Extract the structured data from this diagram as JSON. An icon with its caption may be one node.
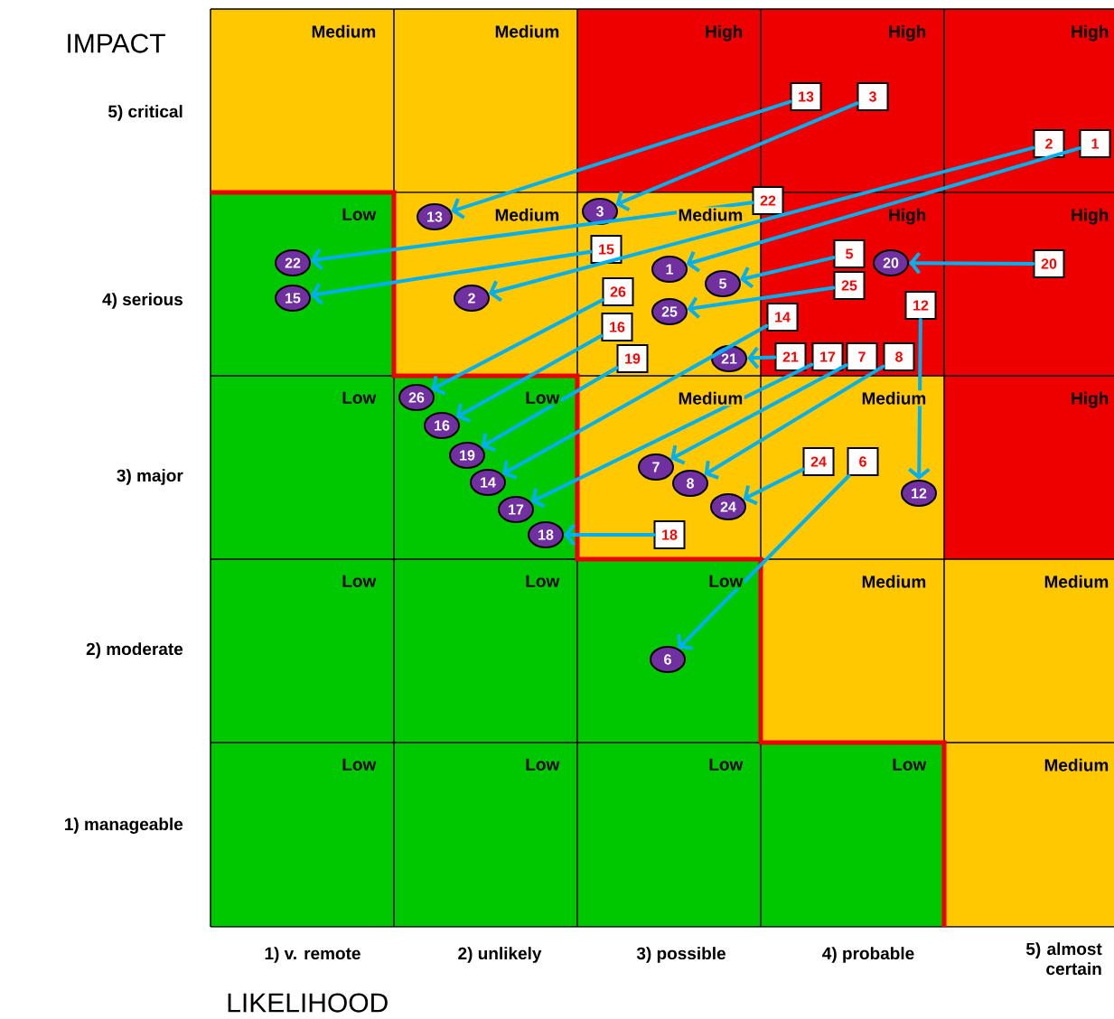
{
  "diagram": {
    "nodes": [
      {
        "text": [
          "13"
        ]
      },
      {
        "text": [
          "3"
        ]
      },
      {
        "text": [
          "2"
        ]
      },
      {
        "text": [
          "1"
        ]
      },
      {
        "text": [
          "22"
        ]
      },
      {
        "text": [
          "15"
        ]
      },
      {
        "text": [
          "26"
        ]
      },
      {
        "text": [
          "16"
        ]
      },
      {
        "text": [
          "19"
        ]
      },
      {
        "text": [
          "5"
        ]
      },
      {
        "text": [
          "25"
        ]
      },
      {
        "text": [
          "20"
        ]
      },
      {
        "text": [
          "12"
        ]
      },
      {
        "text": [
          "14"
        ]
      },
      {
        "text": [
          "21"
        ]
      },
      {
        "text": [
          "17"
        ]
      },
      {
        "text": [
          "7"
        ]
      },
      {
        "text": [
          "8"
        ]
      },
      {
        "text": [
          "24"
        ]
      },
      {
        "text": [
          "6"
        ]
      },
      {
        "text": [
          "18"
        ]
      },
      {
        "text": [
          "13"
        ]
      },
      {
        "text": [
          "3"
        ]
      },
      {
        "text": [
          "22"
        ]
      },
      {
        "text": [
          "15"
        ]
      },
      {
        "text": [
          "2"
        ]
      },
      {
        "text": [
          "1"
        ]
      },
      {
        "text": [
          "5"
        ]
      },
      {
        "text": [
          "25"
        ]
      },
      {
        "text": [
          "20"
        ]
      },
      {
        "text": [
          "21"
        ]
      },
      {
        "text": [
          "26"
        ]
      },
      {
        "text": [
          "16"
        ]
      },
      {
        "text": [
          "19"
        ]
      },
      {
        "text": [
          "14"
        ]
      },
      {
        "text": [
          "17"
        ]
      },
      {
        "text": [
          "18"
        ]
      },
      {
        "text": [
          "7"
        ]
      },
      {
        "text": [
          "8"
        ]
      },
      {
        "text": [
          "24"
        ]
      },
      {
        "text": [
          "12"
        ]
      },
      {
        "text": [
          "6"
        ]
      }
    ],
    "edges": [
      {
        "from": 0,
        "to": 21,
        "arrow": "to"
      },
      {
        "from": 1,
        "to": 22,
        "arrow": "to"
      },
      {
        "from": 2,
        "to": 25,
        "arrow": "to"
      },
      {
        "from": 3,
        "to": 26,
        "arrow": "to"
      },
      {
        "from": 4,
        "to": 23,
        "arrow": "to"
      },
      {
        "from": 5,
        "to": 24,
        "arrow": "to"
      },
      {
        "from": 6,
        "to": 31,
        "arrow": "to"
      },
      {
        "from": 7,
        "to": 32,
        "arrow": "to"
      },
      {
        "from": 8,
        "to": 33,
        "arrow": "to"
      },
      {
        "from": 9,
        "to": 27,
        "arrow": "to"
      },
      {
        "from": 10,
        "to": 28,
        "arrow": "to"
      },
      {
        "from": 11,
        "to": 29,
        "arrow": "to"
      },
      {
        "from": 12,
        "to": 40,
        "arrow": "to"
      },
      {
        "from": 13,
        "to": 34,
        "arrow": "to"
      },
      {
        "from": 14,
        "to": 30,
        "arrow": "to"
      },
      {
        "from": 15,
        "to": 35,
        "arrow": "to"
      },
      {
        "from": 16,
        "to": 37,
        "arrow": "to"
      },
      {
        "from": 17,
        "to": 38,
        "arrow": "to"
      },
      {
        "from": 18,
        "to": 39,
        "arrow": "to"
      },
      {
        "from": 19,
        "to": 41,
        "arrow": "to"
      },
      {
        "from": 20,
        "to": 36,
        "arrow": "to"
      }
    ],
    "labels": [
      "IMPACT",
      "5) critical",
      "Medium",
      "Medium",
      "High",
      "High",
      "High",
      "4) serious",
      "Low",
      "Medium",
      "Medium",
      "High",
      "High",
      "3) major",
      "Low",
      "Low",
      "Medium",
      "Medium",
      "High",
      "2) moderate",
      "Low",
      "Low",
      "Low",
      "Medium",
      "Medium",
      "1) manageable",
      "Low",
      "Low",
      "Low",
      "Low",
      "Medium",
      "1) v. remote",
      "2) unlikely",
      "3) possible",
      "4) probable",
      "5) almost certain",
      "LIKELIHOOD"
    ]
  }
}
